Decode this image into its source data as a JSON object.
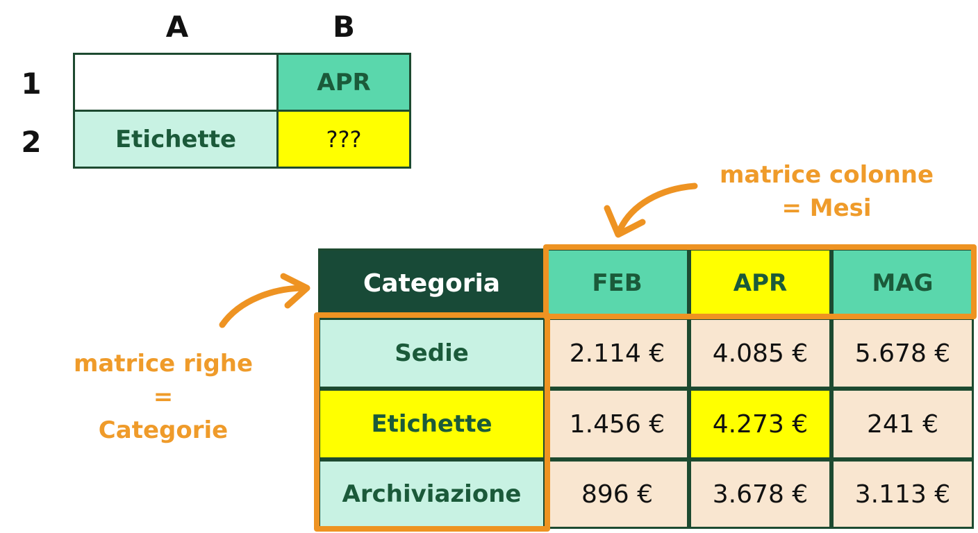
{
  "small_table": {
    "col_headers": [
      "A",
      "B"
    ],
    "row_headers": [
      "1",
      "2"
    ],
    "a1": "",
    "b1": "APR",
    "a2": "Etichette",
    "b2": "???"
  },
  "main_table": {
    "corner": "Categoria",
    "months": [
      "FEB",
      "APR",
      "MAG"
    ],
    "rows": [
      {
        "label": "Sedie",
        "values": [
          "2.114 €",
          "4.085 €",
          "5.678 €"
        ]
      },
      {
        "label": "Etichette",
        "values": [
          "1.456 €",
          "4.273 €",
          "241 €"
        ]
      },
      {
        "label": "Archiviazione",
        "values": [
          "896 €",
          "3.678 €",
          "3.113 €"
        ]
      }
    ]
  },
  "annotations": {
    "columns_line1": "matrice colonne",
    "columns_line2": "= Mesi",
    "rows_line1": "matrice righe",
    "rows_line2": "=",
    "rows_line3": "Categorie"
  },
  "colors": {
    "dark_green": "#184a37",
    "mint": "#5ad7ac",
    "light_mint": "#c8f2e3",
    "yellow": "#ffff00",
    "peach": "#f9e6d0",
    "orange": "#ee9322"
  }
}
